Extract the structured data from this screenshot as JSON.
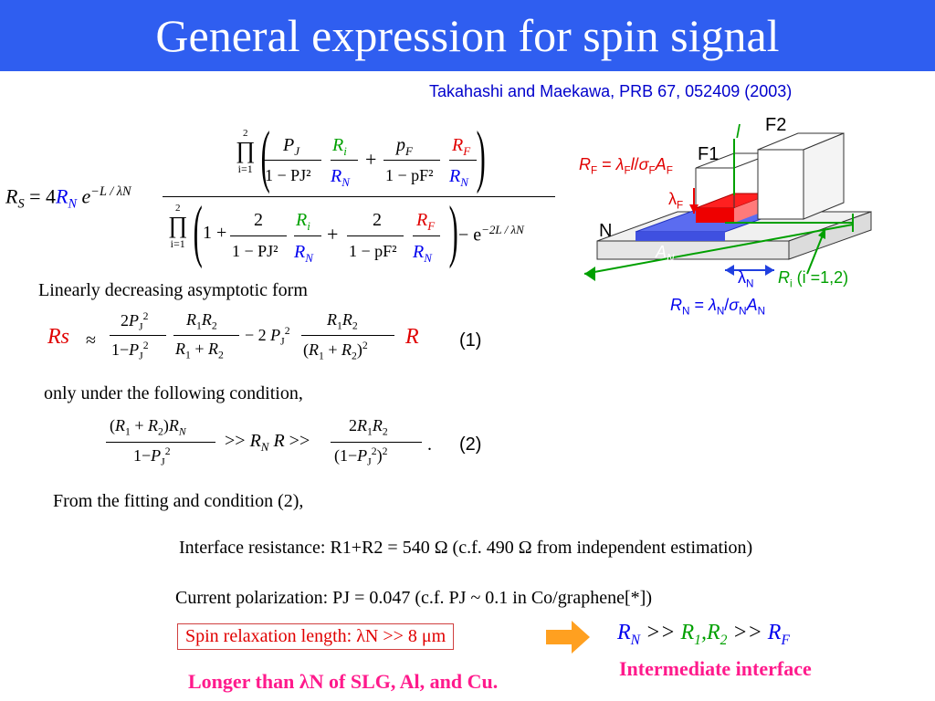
{
  "title": "General expression for spin signal",
  "reference": "Takahashi and Maekawa, PRB 67, 052409 (2003)",
  "eq_main": {
    "lhs": "R",
    "lhs_sub": "S",
    "eq": "= 4",
    "rn": "R",
    "rn_sub": "N",
    "exp": "e",
    "exp_sup": "−L / λN",
    "num_prod": "∏",
    "prod_top": "2",
    "prod_bot": "i=1",
    "num_f1_num": "PJ",
    "num_f1_den": "1 − PJ²",
    "num_ri": "Ri",
    "num_rn": "RN",
    "plus": "+",
    "num_f2_num": "pF",
    "num_f2_den": "1 − pF²",
    "num_rf": "RF",
    "den_one": "1 +",
    "den_two_a": "2",
    "den_two_b": "2",
    "den_pj": "1 − PJ²",
    "den_pf": "1 − pF²",
    "den_tail": "− e",
    "den_tail_sup": "−2L / λN"
  },
  "lin_label": "Linearly decreasing asymptotic form",
  "eq1": {
    "lhs": "Rs",
    "approx": "≈",
    "num1": "2PJ²",
    "den1": "1−PJ²",
    "num2": "R1R2",
    "den2": "R1 + R2",
    "minus": "− 2 PJ²",
    "num3": "R1R2",
    "den3": "(R1 + R2)²",
    "rhs": "R",
    "tag": "(1)"
  },
  "cond_label": "only under the following condition,",
  "eq2": {
    "num1": "(R1 + R2)RN",
    "den1": "1−PJ²",
    "mid": ">> RN R >>",
    "num2": "2R1R2",
    "den2": "(1−PJ²)²",
    "dot": ".",
    "tag": "(2)"
  },
  "fit_label": "From the fitting and condition (2),",
  "interface": "Interface resistance: R1+R2 = 540 Ω (c.f. 490 Ω from independent estimation)",
  "current": "Current polarization: PJ = 0.047 (c.f. PJ ~ 0.1 in Co/graphene[*])",
  "spin_box": "Spin relaxation length: λN >> 8 μm",
  "ineq": "RN >> R1,R2 >> RF",
  "intermediate": "Intermediate interface",
  "longer": "Longer than λN of SLG, Al, and Cu.",
  "diagram": {
    "l_label": "l",
    "f2": "F2",
    "f1": "F1",
    "rf_formula": "RF = λF/σFAF",
    "lambda_f": "λF",
    "n_label": "N",
    "an": "AN",
    "lambda_n": "λN",
    "ri_label": "Ri (i =1,2)",
    "rn_formula": "RN = λN/σNAN"
  },
  "colors": {
    "title_bg": "#2f5ef0",
    "ref_blue": "#0000cc",
    "accent_red": "#e00000",
    "accent_green": "#00a000",
    "pink": "#ff1a8c",
    "arrow_orange": "#ffa020",
    "substrate_blue": "#5b6cf0"
  }
}
